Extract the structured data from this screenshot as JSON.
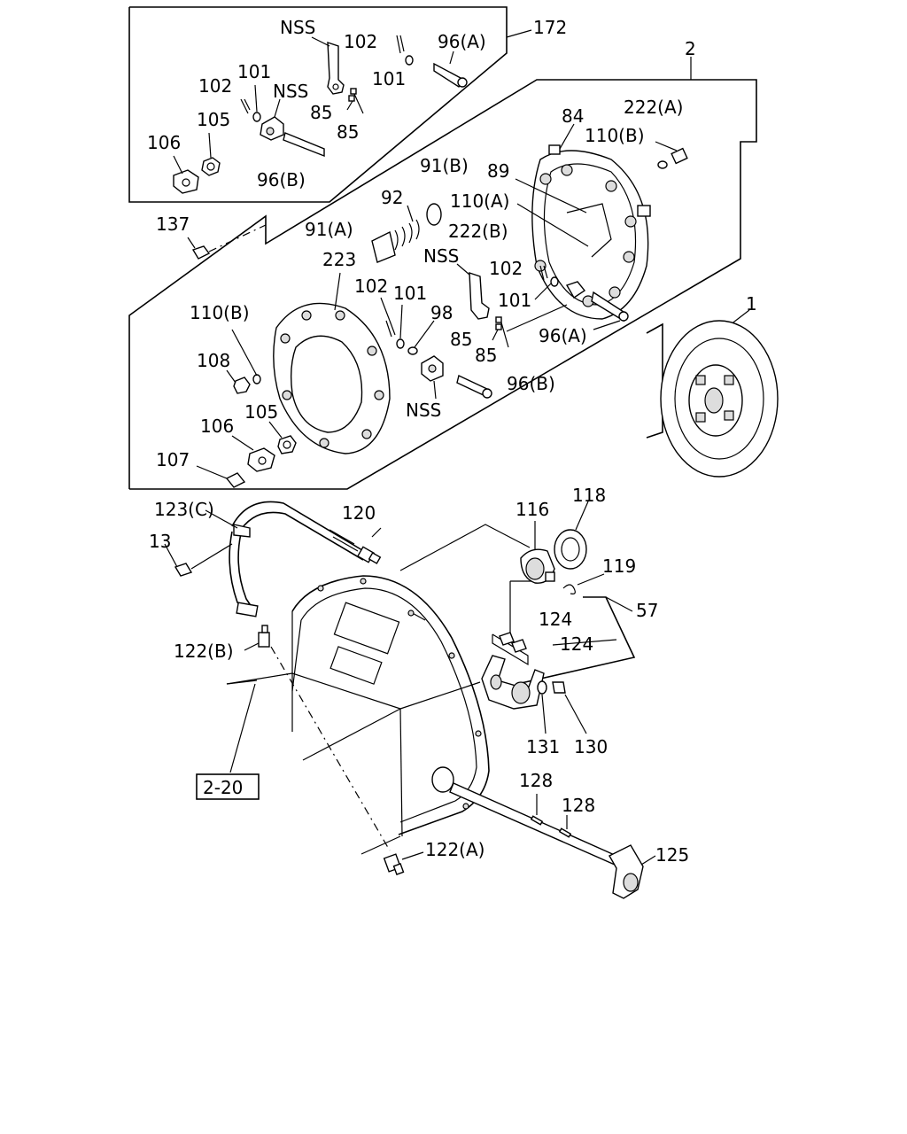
{
  "labels": {
    "l172": "172",
    "l2": "2",
    "l1": "1",
    "l57": "57",
    "nss_a": "NSS",
    "nss_b": "NSS",
    "nss_c": "NSS",
    "nss_d": "NSS",
    "l102_a": "102",
    "l102_b": "102",
    "l102_c": "102",
    "l102_d": "102",
    "l101_a": "101",
    "l101_b": "101",
    "l101_c": "101",
    "l101_d": "101",
    "l96a_a": "96(A)",
    "l96a_b": "96(A)",
    "l96b_a": "96(B)",
    "l96b_b": "96(B)",
    "l85_a": "85",
    "l85_b": "85",
    "l85_c": "85",
    "l85_d": "85",
    "l105_a": "105",
    "l105_b": "105",
    "l106_a": "106",
    "l106_b": "106",
    "l84": "84",
    "l222a": "222(A)",
    "l222b": "222(B)",
    "l110b_a": "110(B)",
    "l110b_b": "110(B)",
    "l110a": "110(A)",
    "l89": "89",
    "l91b": "91(B)",
    "l91a": "91(A)",
    "l92": "92",
    "l137": "137",
    "l223": "223",
    "l98": "98",
    "l108": "108",
    "l107": "107",
    "l123c": "123(C)",
    "l120": "120",
    "l116": "116",
    "l118": "118",
    "l119": "119",
    "l13": "13",
    "l124_a": "124",
    "l124_b": "124",
    "l122b": "122(B)",
    "l122a": "122(A)",
    "l131": "131",
    "l130": "130",
    "l128_a": "128",
    "l128_b": "128",
    "l125": "125",
    "ref_2_20": "2-20"
  }
}
